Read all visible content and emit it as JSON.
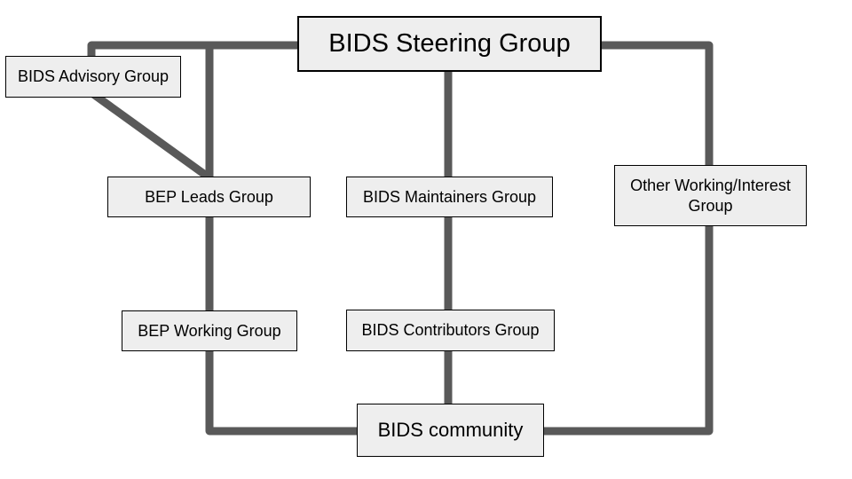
{
  "diagram": {
    "title": "BIDS governance structure diagram",
    "background": "#ffffff"
  },
  "colors": {
    "connector": "#595959",
    "node_fill": "#eeeeee",
    "node_border": "#000000",
    "text": "#000000"
  },
  "nodes": {
    "steering": {
      "label": "BIDS Steering Group"
    },
    "advisory": {
      "label": "BIDS Advisory Group"
    },
    "bep_leads": {
      "label": "BEP Leads Group"
    },
    "maintainers": {
      "label": "BIDS Maintainers Group"
    },
    "other_working": {
      "label": "Other Working/Interest Group"
    },
    "bep_working": {
      "label": "BEP Working Group"
    },
    "contributors": {
      "label": "BIDS Contributors Group"
    },
    "community": {
      "label": "BIDS community"
    }
  },
  "edges": [
    {
      "from": "advisory",
      "to": "steering",
      "via": "top rail"
    },
    {
      "from": "steering",
      "to": "other_working",
      "via": "top rail + right column"
    },
    {
      "from": "other_working",
      "to": "community",
      "via": "right column + bottom rail"
    },
    {
      "from": "steering",
      "to": "maintainers",
      "via": "center column"
    },
    {
      "from": "maintainers",
      "to": "contributors",
      "via": "center column"
    },
    {
      "from": "contributors",
      "to": "community",
      "via": "center column"
    },
    {
      "from": "advisory",
      "to": "bep_leads",
      "via": "diagonal"
    },
    {
      "from": "bep_leads",
      "to": "bep_working",
      "via": "left column"
    },
    {
      "from": "bep_working",
      "to": "community",
      "via": "left column + bottom rail"
    }
  ]
}
